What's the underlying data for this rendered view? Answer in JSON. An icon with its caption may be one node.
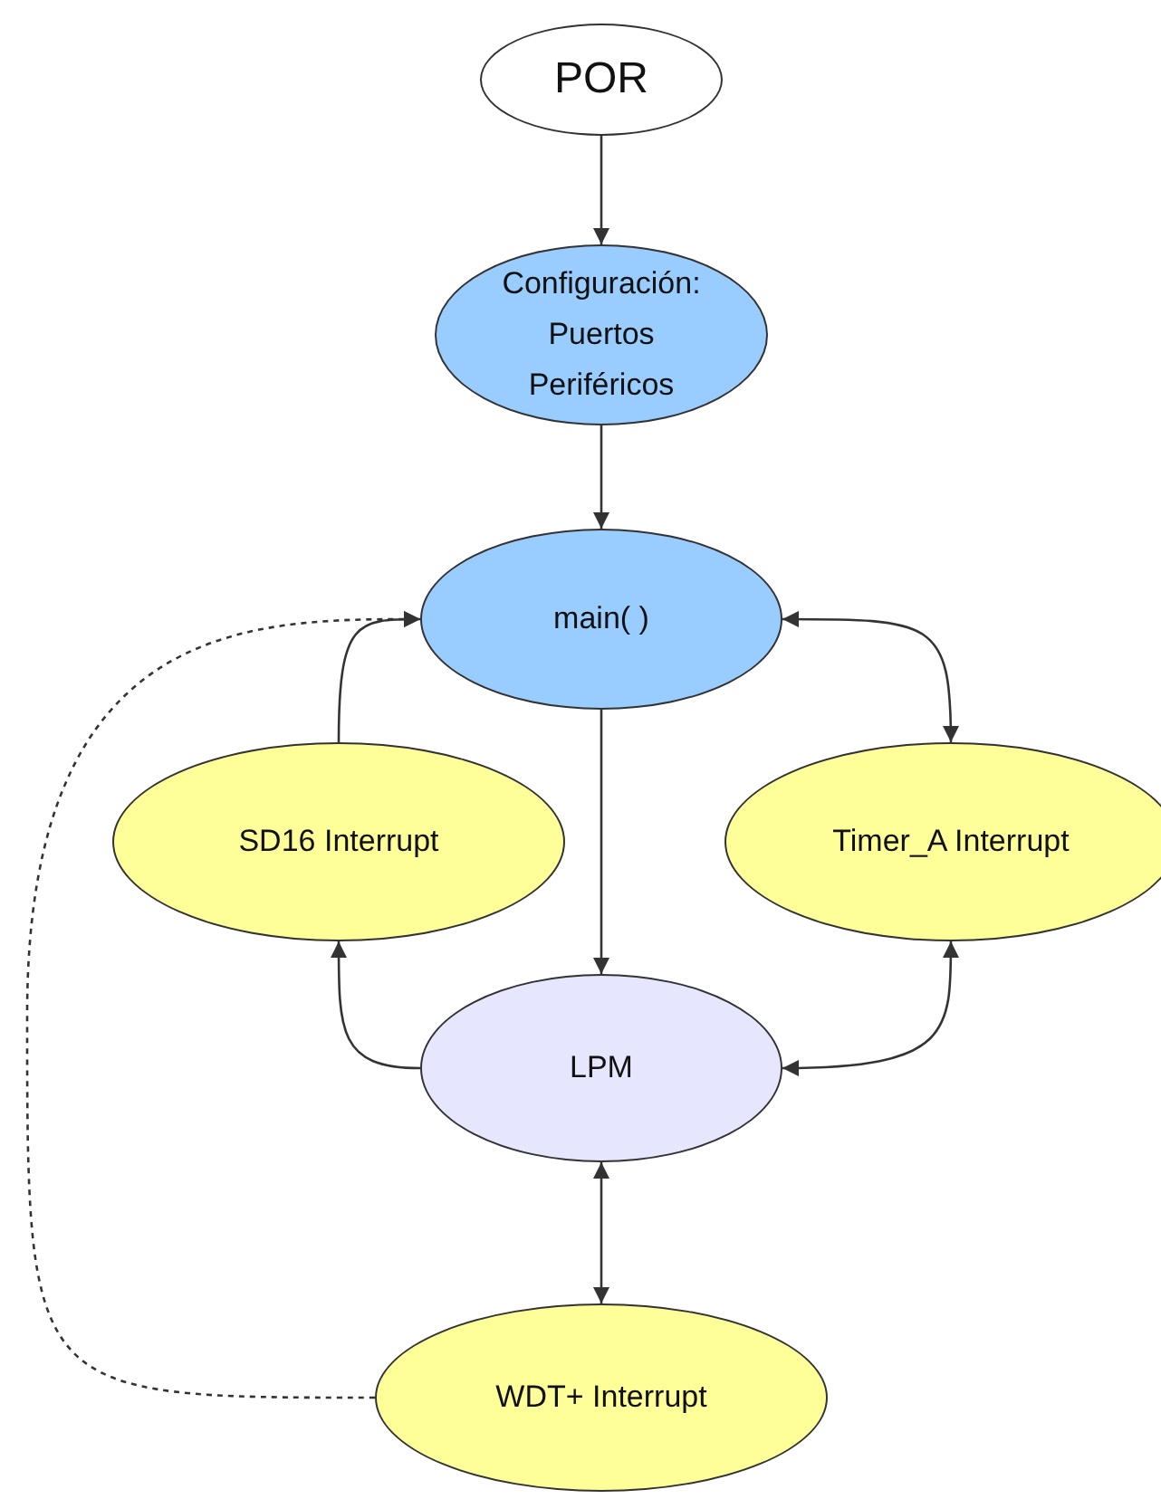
{
  "diagram": {
    "nodes": [
      {
        "text": [
          "POR"
        ]
      },
      {
        "text": [
          "Configuración: Puertos Periféricos"
        ]
      },
      {
        "text": [
          "main( )"
        ]
      },
      {
        "text": [
          "SD16 Interrupt"
        ]
      },
      {
        "text": [
          "Timer_A Interrupt"
        ]
      },
      {
        "text": [
          "LPM"
        ]
      },
      {
        "text": [
          "WDT+ Interrupt"
        ]
      }
    ],
    "edges": [
      {
        "from": 0,
        "to": 1,
        "arrow": "to"
      },
      {
        "from": 1,
        "to": 2,
        "arrow": "to"
      },
      {
        "from": 2,
        "to": 5,
        "arrow": "to"
      },
      {
        "from": 3,
        "to": 2,
        "arrow": "to"
      },
      {
        "from": 2,
        "to": 4,
        "arrow": "both"
      },
      {
        "from": 5,
        "to": 3,
        "arrow": "to"
      },
      {
        "from": 5,
        "to": 4,
        "arrow": "both"
      },
      {
        "from": 5,
        "to": 6,
        "arrow": "both"
      },
      {
        "from": 6,
        "to": 2,
        "arrow": "to",
        "style": "dashed"
      }
    ]
  }
}
